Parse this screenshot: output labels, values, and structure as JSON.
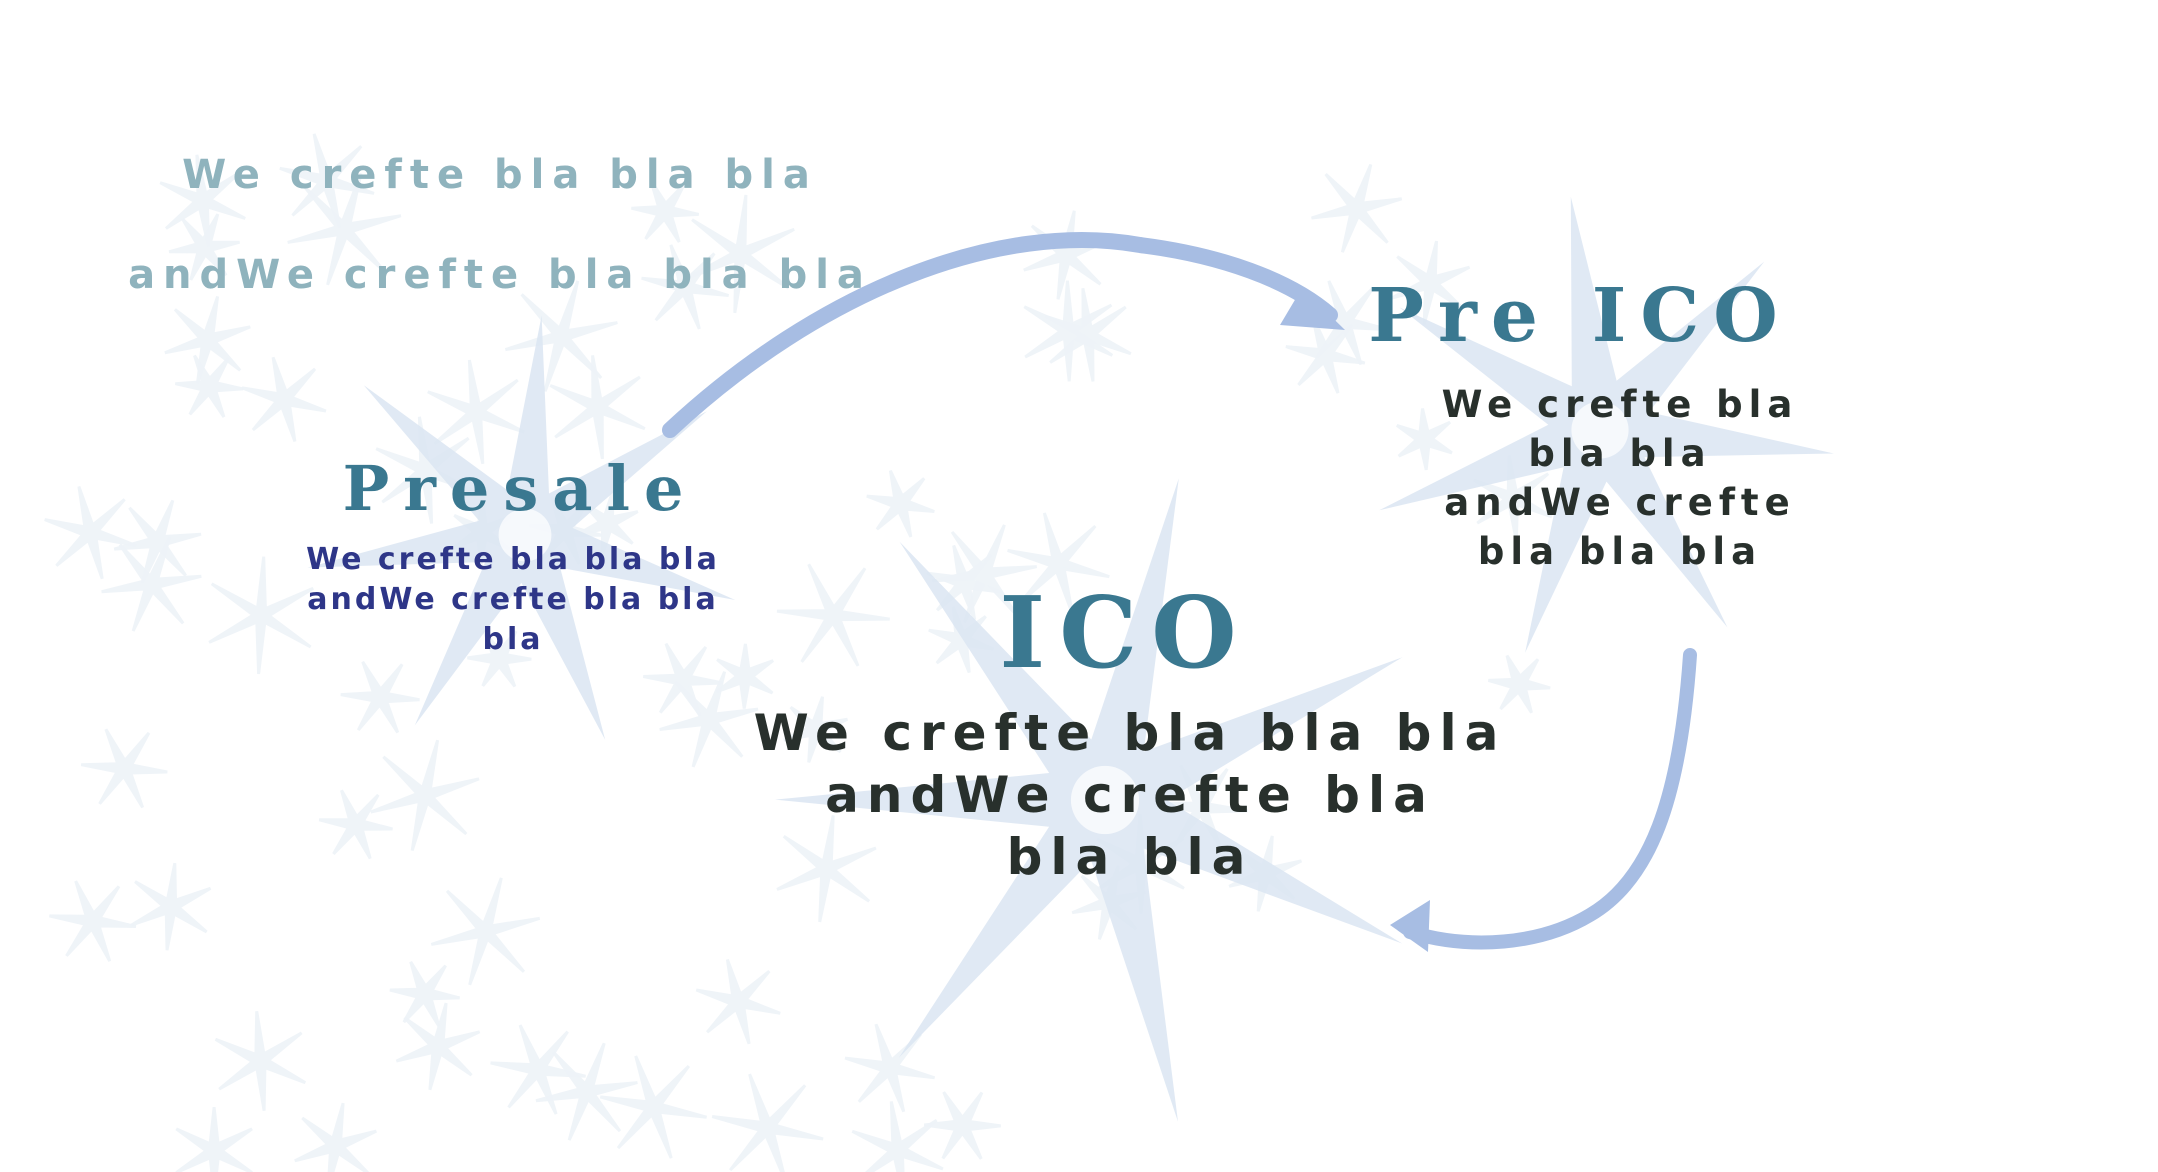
{
  "intro": {
    "line1": "We crefte bla bla bla",
    "line2": "andWe crefte bla bla bla"
  },
  "presale": {
    "title": "Presale",
    "body": "We crefte bla bla bla\nandWe crefte bla bla\nbla"
  },
  "pre_ico": {
    "title": "Pre ICO",
    "body": "We crefte bla\nbla bla\nandWe crefte\nbla bla bla"
  },
  "ico": {
    "title": "ICO",
    "body": "We crefte bla bla bla\nandWe crefte bla\nbla bla"
  },
  "colors": {
    "intro_text": "#8fb3bd",
    "title_text": "#3a7890",
    "presale_body": "#2e3688",
    "dark_body": "#28302c",
    "arrow": "#a7bde3",
    "neuron": "#dbe5f2",
    "neuron_bg": "#eef3f8"
  }
}
